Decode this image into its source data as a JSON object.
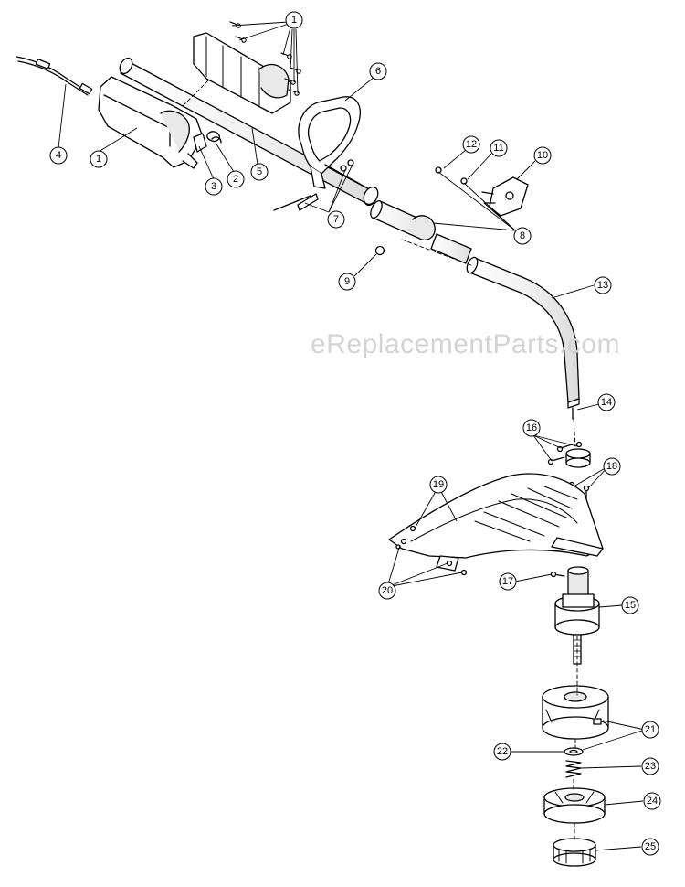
{
  "watermark": "eReplacementParts.com",
  "callouts": [
    "1",
    "2",
    "3",
    "4",
    "5",
    "6",
    "7",
    "8",
    "9",
    "10",
    "11",
    "12",
    "13",
    "14",
    "15",
    "16",
    "17",
    "18",
    "19",
    "20",
    "21",
    "22",
    "23",
    "24",
    "25"
  ],
  "colors": {
    "line": "#000000",
    "fill": "#ffffff",
    "shade": "#e9e9e9",
    "watermark": "#d4d4d4"
  }
}
